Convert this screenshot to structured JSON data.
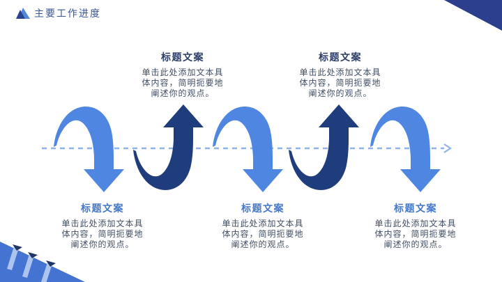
{
  "header": {
    "title": "主要工作进度"
  },
  "diagram": {
    "axis": {
      "style": "dashed",
      "direction": "left-to-right",
      "color": "#8FB3E6"
    },
    "arrow_colors": {
      "light": "#4E86E2",
      "dark": "#1F3C7D"
    },
    "arrows": [
      {
        "index": 1,
        "direction": "down",
        "color": "light"
      },
      {
        "index": 2,
        "direction": "up",
        "color": "dark"
      },
      {
        "index": 3,
        "direction": "down",
        "color": "light"
      },
      {
        "index": 4,
        "direction": "up",
        "color": "dark"
      },
      {
        "index": 5,
        "direction": "down",
        "color": "light"
      }
    ],
    "top_blocks": [
      {
        "title": "标题文案",
        "lines": [
          "单击此处添加文本具",
          "体内容，简明扼要地",
          "阐述你的观点。"
        ]
      },
      {
        "title": "标题文案",
        "lines": [
          "单击此处添加文本具",
          "体内容，简明扼要地",
          "阐述你的观点。"
        ]
      }
    ],
    "bottom_blocks": [
      {
        "title": "标题文案",
        "lines": [
          "单击此处添加文本具",
          "体内容，简明扼要地",
          "阐述你的观点。"
        ]
      },
      {
        "title": "标题文案",
        "lines": [
          "单击此处添加文本具",
          "体内容，简明扼要地",
          "阐述你的观点。"
        ]
      },
      {
        "title": "标题文案",
        "lines": [
          "单击此处添加文本具",
          "体内容，简明扼要地",
          "阐述你的观点。"
        ]
      }
    ]
  },
  "decor": {
    "top_right_triangle_color": "#2B3F8C",
    "bottom_left_triangle_color": "#4573D2",
    "slash_color": "#ADC4F0",
    "slash_tip_color": "#203566",
    "title_colors": {
      "top": "#2D3F66",
      "bottom": "#4678CA"
    }
  }
}
